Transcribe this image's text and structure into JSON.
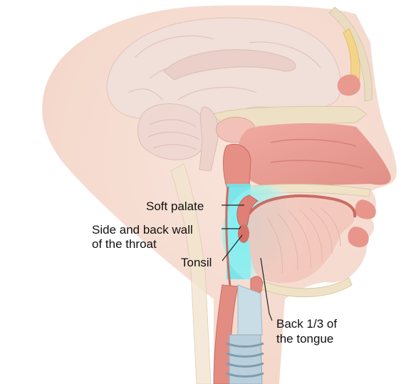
{
  "labels": {
    "soft_palate": "Soft palate",
    "side_back_wall_line1": "Side and back wall",
    "side_back_wall_line2": "of the throat",
    "tonsil": "Tonsil",
    "back_tongue_line1": "Back 1/3 of",
    "back_tongue_line2": "the tongue"
  },
  "colors": {
    "highlight": "#6fe6ea",
    "tissue": "#e49a90",
    "skin": "#f6ddd2",
    "brain": "#f0dcd6",
    "label_text": "#111111"
  }
}
